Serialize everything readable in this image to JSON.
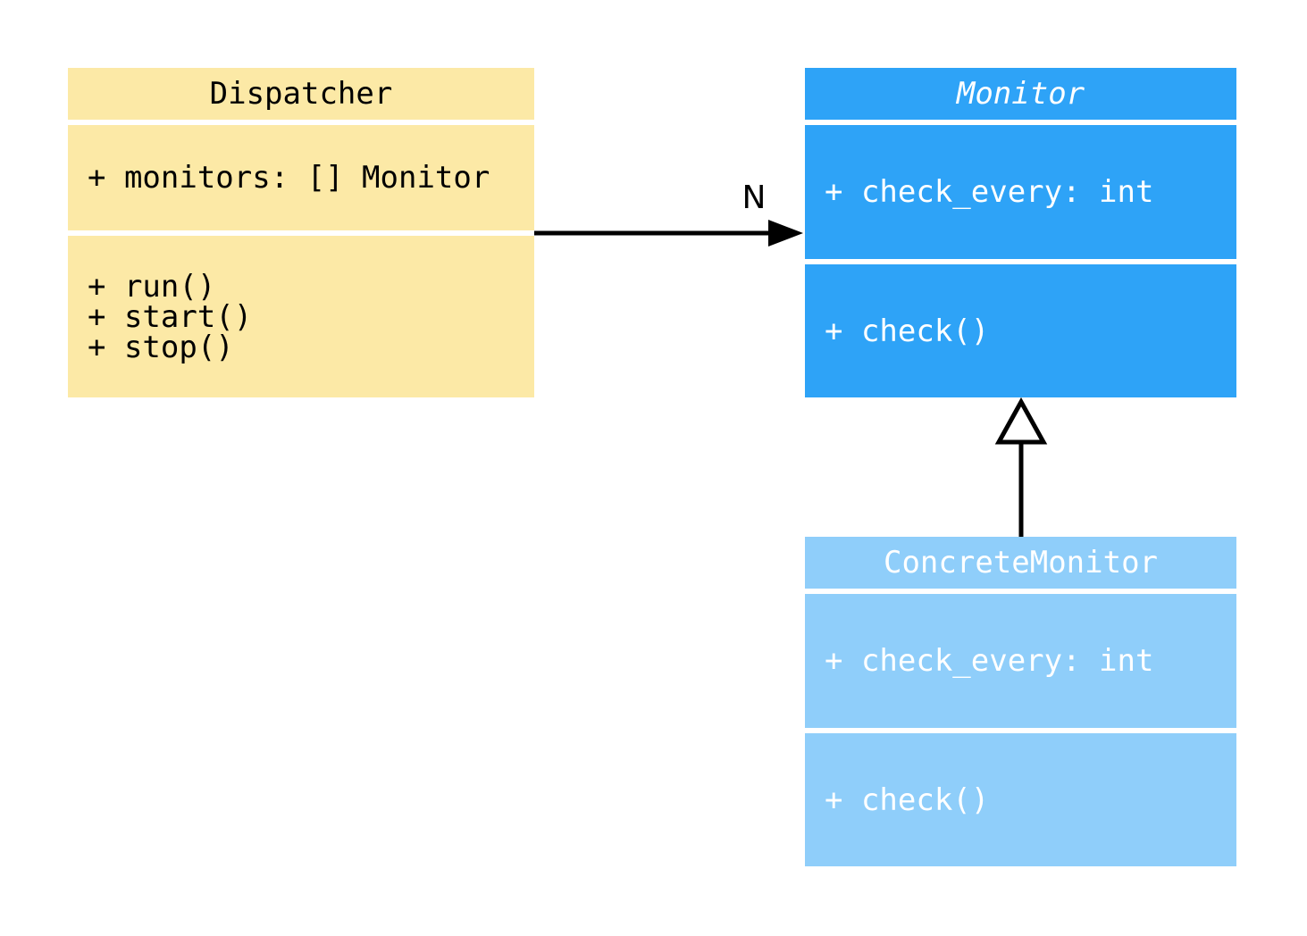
{
  "diagram": {
    "kind": "uml-class-diagram",
    "background": "#ffffff",
    "classes": [
      {
        "id": "dispatcher",
        "name": "Dispatcher",
        "abstract": false,
        "fill": "#FCE9A6",
        "text_color": "#000000",
        "attributes": [
          "+ monitors: [] Monitor"
        ],
        "methods": [
          "+ run()",
          "+ start()",
          "+ stop()"
        ]
      },
      {
        "id": "monitor",
        "name": "Monitor",
        "abstract": true,
        "fill": "#2EA3F7",
        "text_color": "#FFFFFF",
        "attributes": [
          "+ check_every: int"
        ],
        "methods": [
          "+ check()"
        ]
      },
      {
        "id": "concrete_monitor",
        "name": "ConcreteMonitor",
        "abstract": false,
        "fill": "#8FCEFA",
        "text_color": "#FFFFFF",
        "attributes": [
          "+ check_every: int"
        ],
        "methods": [
          "+ check()"
        ]
      }
    ],
    "relationships": [
      {
        "type": "association",
        "from": "Dispatcher",
        "to": "Monitor",
        "multiplicity_label": "N",
        "head": "filled-arrow",
        "line_color": "#000000"
      },
      {
        "type": "generalization",
        "from": "ConcreteMonitor",
        "to": "Monitor",
        "head": "hollow-triangle",
        "line_color": "#000000"
      }
    ]
  }
}
